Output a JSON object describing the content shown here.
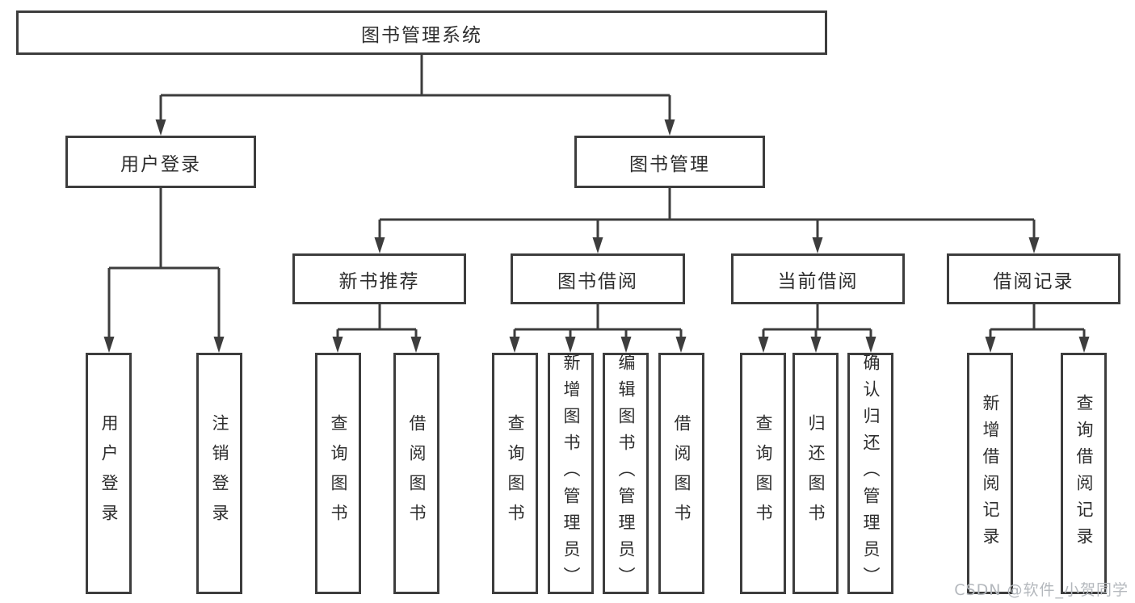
{
  "tree": {
    "root": "图书管理系统",
    "children": [
      {
        "label": "用户登录",
        "children": [
          {
            "label": "用户登录"
          },
          {
            "label": "注销登录"
          }
        ]
      },
      {
        "label": "图书管理",
        "children": [
          {
            "label": "新书推荐",
            "children": [
              {
                "label": "查询图书"
              },
              {
                "label": "借阅图书"
              }
            ]
          },
          {
            "label": "图书借阅",
            "children": [
              {
                "label": "查询图书"
              },
              {
                "label": "新增图书（管理员）"
              },
              {
                "label": "编辑图书（管理员）"
              },
              {
                "label": "借阅图书"
              }
            ]
          },
          {
            "label": "当前借阅",
            "children": [
              {
                "label": "查询图书"
              },
              {
                "label": "归还图书"
              },
              {
                "label": "确认归还（管理员）"
              }
            ]
          },
          {
            "label": "借阅记录",
            "children": [
              {
                "label": "新增借阅记录"
              },
              {
                "label": "查询借阅记录"
              }
            ]
          }
        ]
      }
    ]
  },
  "watermark": {
    "text": "CSDN @软件_小贺同学",
    "color": "#b4b8bd"
  },
  "colors": {
    "line": "#3d3d3d",
    "text": "#2e2e2e",
    "background": "#ffffff"
  }
}
